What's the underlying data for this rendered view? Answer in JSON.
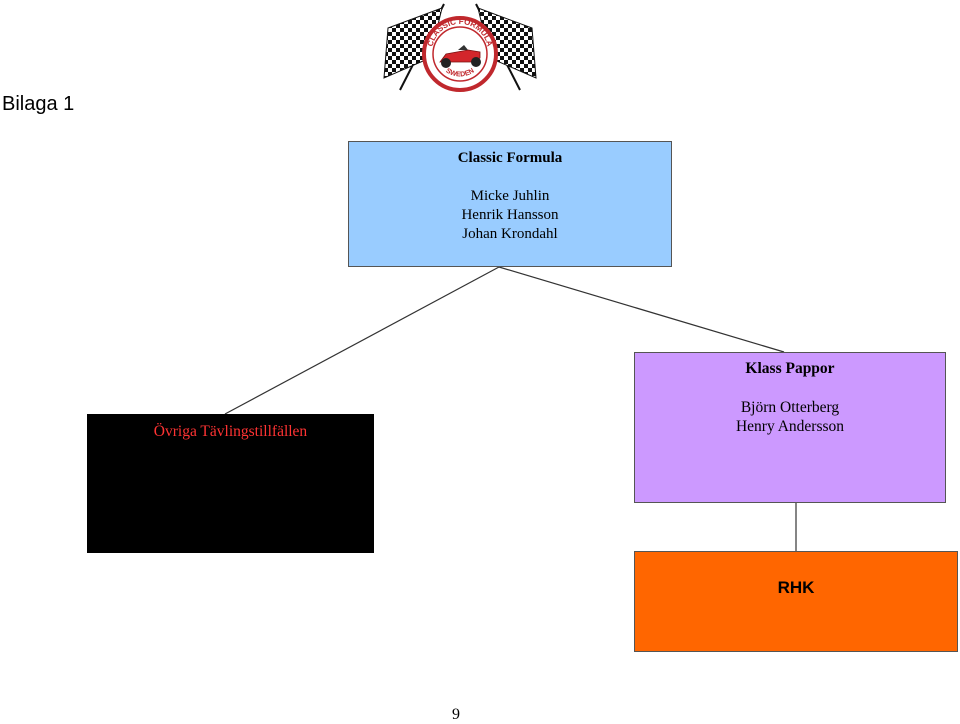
{
  "appendix_label": "Bilaga 1",
  "logo": {
    "top_text": "CLASSIC FORMULA",
    "bottom_text": "SWEDEN",
    "icon": "checkered-flags-race-car-logo"
  },
  "nodes": {
    "classic_formula": {
      "title": "Classic Formula",
      "members": [
        "Micke Juhlin",
        "Henrik Hansson",
        "Johan Krondahl"
      ],
      "color": "#99ccff"
    },
    "ovriga": {
      "title": "Övriga Tävlingstillfällen",
      "color": "#000000",
      "text_color": "#ff3333"
    },
    "klass_pappor": {
      "title": "Klass Pappor",
      "members": [
        "Björn Otterberg",
        "Henry Andersson"
      ],
      "color": "#cc99ff"
    },
    "rhk": {
      "title": "RHK",
      "color": "#ff6600"
    }
  },
  "page_number": "9"
}
